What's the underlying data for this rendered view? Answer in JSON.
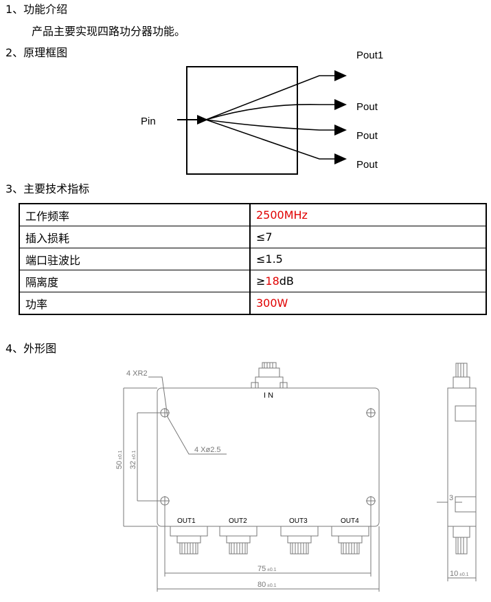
{
  "sections": {
    "s1_title": "1、功能介绍",
    "s1_text": "产品主要实现四路功分器功能。",
    "s2_title": "2、原理框图",
    "s3_title": "3、主要技术指标",
    "s4_title": "4、外形图"
  },
  "block_diagram": {
    "input_label": "Pin",
    "output_labels": [
      "Pout1",
      "Pout",
      "Pout",
      "Pout"
    ]
  },
  "specs": {
    "rows": [
      {
        "name": "工作频率",
        "prefix": "",
        "highlight": "2500MHz",
        "suffix": ""
      },
      {
        "name": "插入损耗",
        "prefix": "≤7",
        "highlight": "",
        "suffix": ""
      },
      {
        "name": "端口驻波比",
        "prefix": "≤1.5",
        "highlight": "",
        "suffix": ""
      },
      {
        "name": "隔离度",
        "prefix": "≥",
        "highlight": "18",
        "suffix": "dB"
      },
      {
        "name": "功率",
        "prefix": "",
        "highlight": "300W",
        "suffix": ""
      }
    ],
    "highlight_color": "#e00000"
  },
  "outline": {
    "corner_radius_label": "4 XR2",
    "hole_label": "4 Xø2.5",
    "input_port": "I N",
    "output_ports": [
      "OUT1",
      "OUT2",
      "OUT3",
      "OUT4"
    ],
    "dim_height": "50",
    "dim_height_tol": "±0.1",
    "dim_hole_span": "32",
    "dim_hole_tol": "±0.1",
    "dim_hole_pitch": "75",
    "dim_hole_pitch_tol": "±0.1",
    "dim_width": "80",
    "dim_width_tol": "±0.1",
    "side_dim_small": "3",
    "side_dim_thickness": "10",
    "side_dim_thickness_tol": "±0.1"
  }
}
